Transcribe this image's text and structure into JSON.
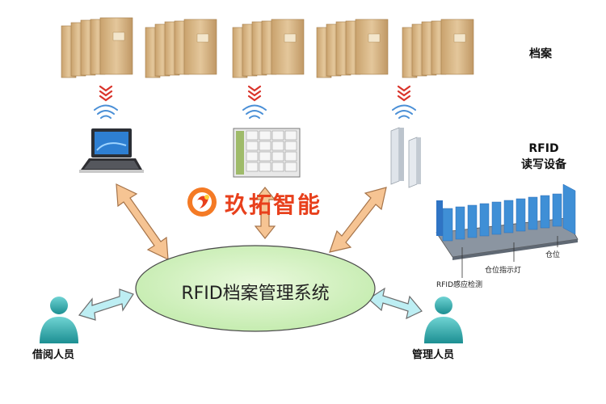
{
  "labels": {
    "archives": "档案",
    "rfid_device_line1": "RFID",
    "rfid_device_line2": "读写设备",
    "central_system": "RFID档案管理系统",
    "brand": "玖拓智能",
    "borrower": "借阅人员",
    "manager": "管理人员",
    "slot": "仓位",
    "slot_indicator": "仓位指示灯",
    "rfid_sensor": "RFID感应检测"
  },
  "colors": {
    "archive_box": "#d9b98a",
    "archive_box_dark": "#b8935e",
    "signal_red": "#d9342b",
    "signal_blue": "#4a8fd6",
    "arrow_orange": "#f6c493",
    "arrow_cyan": "#bdeef3",
    "ellipse_fill": "#d6f2c2",
    "person_teal": "#2aa6a8",
    "shelf_blue": "#3f8fd6",
    "brand_red": "#e8401c"
  },
  "icons": [
    "archive-box-icon",
    "signal-down-icon",
    "signal-up-icon",
    "laptop-icon",
    "cabinet-icon",
    "gate-reader-icon",
    "shelf-icon",
    "person-icon",
    "brand-logo-icon"
  ]
}
